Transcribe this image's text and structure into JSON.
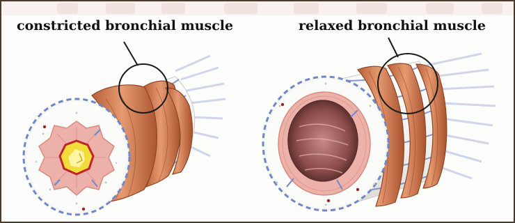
{
  "labels": {
    "constricted": "constricted bronchial muscle",
    "relaxed": "relaxed bronchial muscle"
  },
  "colors": {
    "muscle": "#d9825a",
    "muscle_dark": "#b05a35",
    "tube_white": "#f3f3f1",
    "tube_stripe": "#6f86c8",
    "mucosa": "#e8a9a0",
    "lumen_yellow": "#f2dc3c",
    "lumen_outline": "#c0242a",
    "callout": "#1a1a1a",
    "watermark": "#e9d6d2"
  },
  "panels": [
    {
      "name": "constricted",
      "icon": "constricted-bronchus-illustration"
    },
    {
      "name": "relaxed",
      "icon": "relaxed-bronchus-illustration"
    }
  ]
}
